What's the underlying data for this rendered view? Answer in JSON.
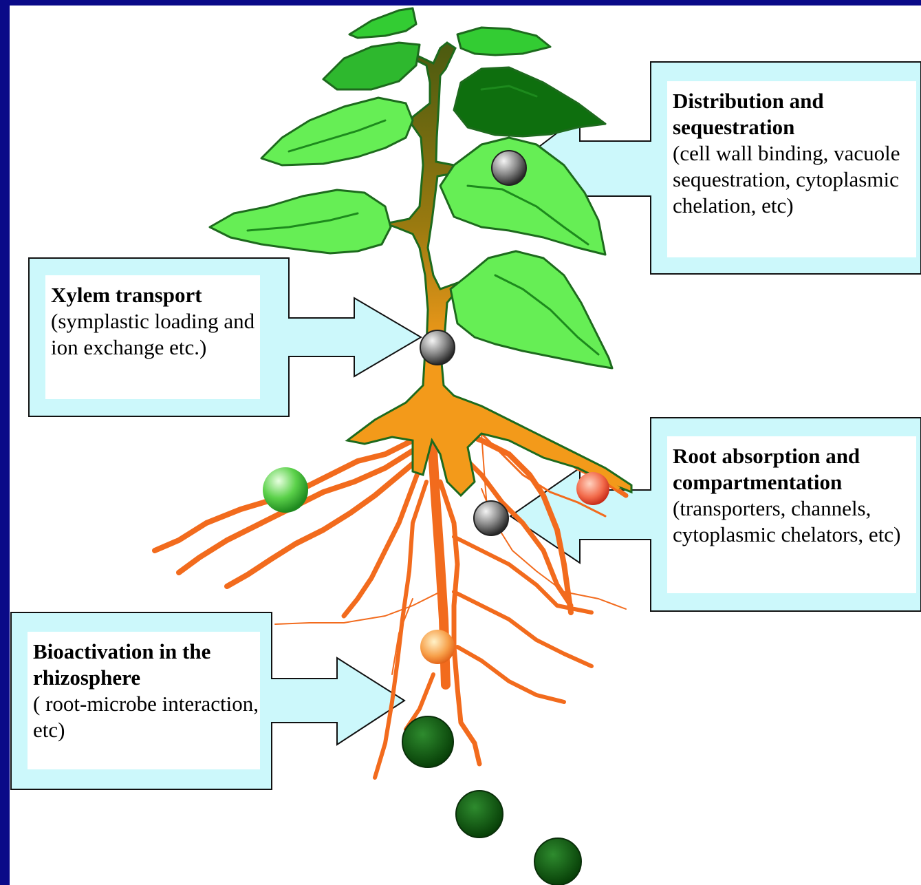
{
  "colors": {
    "frame": "#0a0a88",
    "callout_fill": "#ccf8fb",
    "leaf": "#33cc33",
    "leaf_dark": "#0e6f0e",
    "root": "#f26b1d",
    "stem": "#8a6a12"
  },
  "labels": {
    "distribution": {
      "title": "Distribution and sequestration",
      "desc": "(cell wall binding, vacuole sequestration, cytoplasmic chelation, etc)"
    },
    "xylem": {
      "title": "Xylem transport",
      "desc": "(symplastic loading and ion exchange etc.)"
    },
    "root_absorption": {
      "title": "Root absorption and compartmentation",
      "desc": "(transporters, channels, cytoplasmic chelators, etc)"
    },
    "bioactivation": {
      "title": "Bioactivation in the rhizosphere",
      "desc": "( root-microbe interaction, etc)"
    }
  }
}
